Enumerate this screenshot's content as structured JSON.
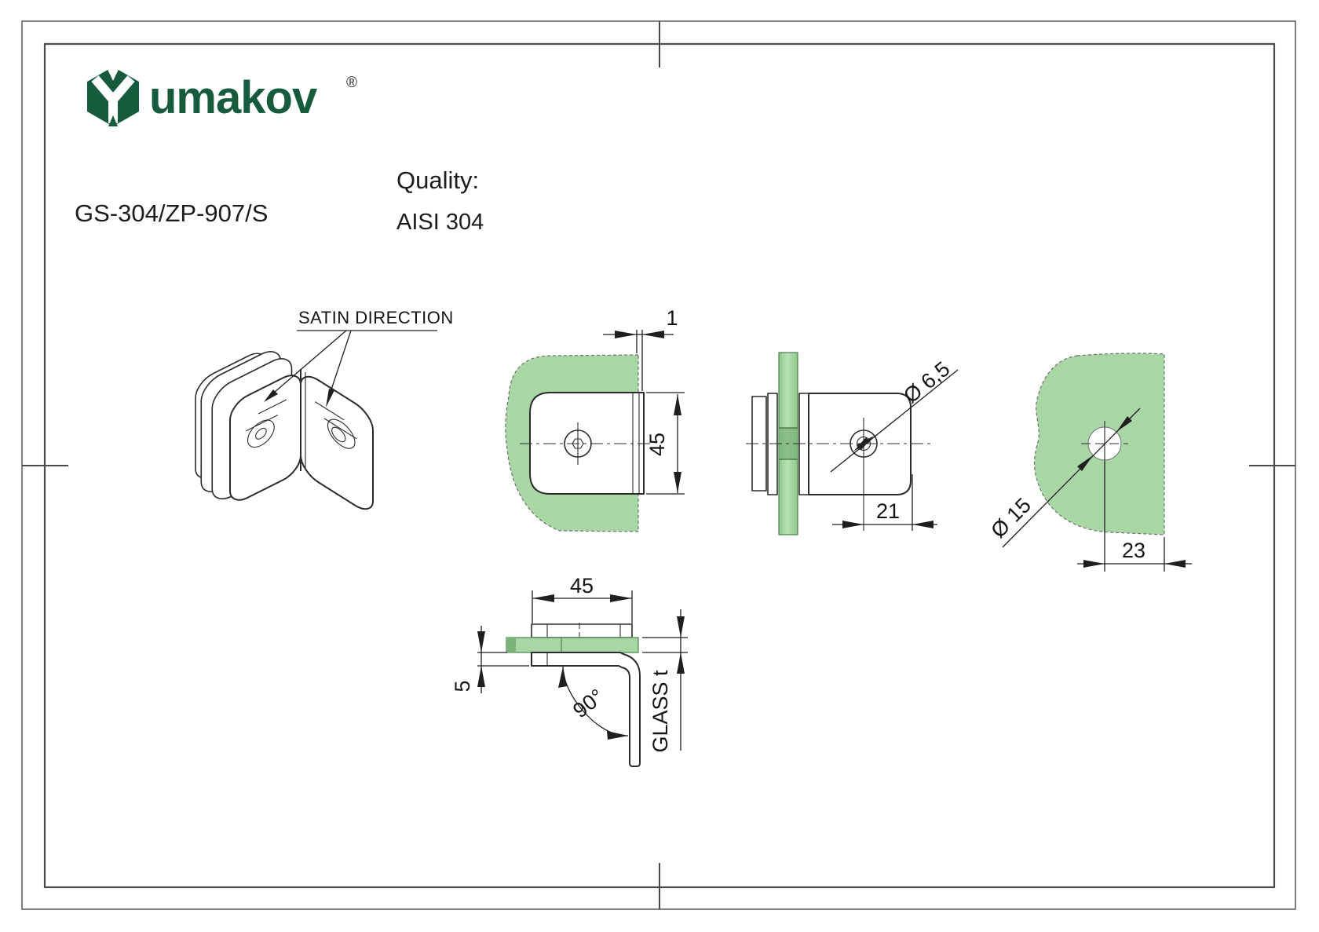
{
  "page": {
    "background": "#ffffff"
  },
  "brand": {
    "logo_text": "umakov",
    "registered_mark": "®",
    "brand_green": "#175b3d"
  },
  "title_block": {
    "part_number": "GS-304/ZP-907/S",
    "quality_label": "Quality:",
    "quality_value": "AISI 304"
  },
  "annotations": {
    "satin_direction": "SATIN DIRECTION",
    "glass_thickness": "GLASS t",
    "bend_angle": "90°"
  },
  "dimensions": {
    "front_offset": "1",
    "front_height": "45",
    "side_hole_diameter": "Ø 6,5",
    "side_hole_to_edge": "21",
    "glass_hole_diameter": "Ø 15",
    "glass_hole_to_edge": "23",
    "top_width": "45",
    "top_lip": "5"
  },
  "colors": {
    "glass_green": "#a8d7a5",
    "glass_green_dark": "#7ab47a",
    "line": "#2b2b2b"
  }
}
